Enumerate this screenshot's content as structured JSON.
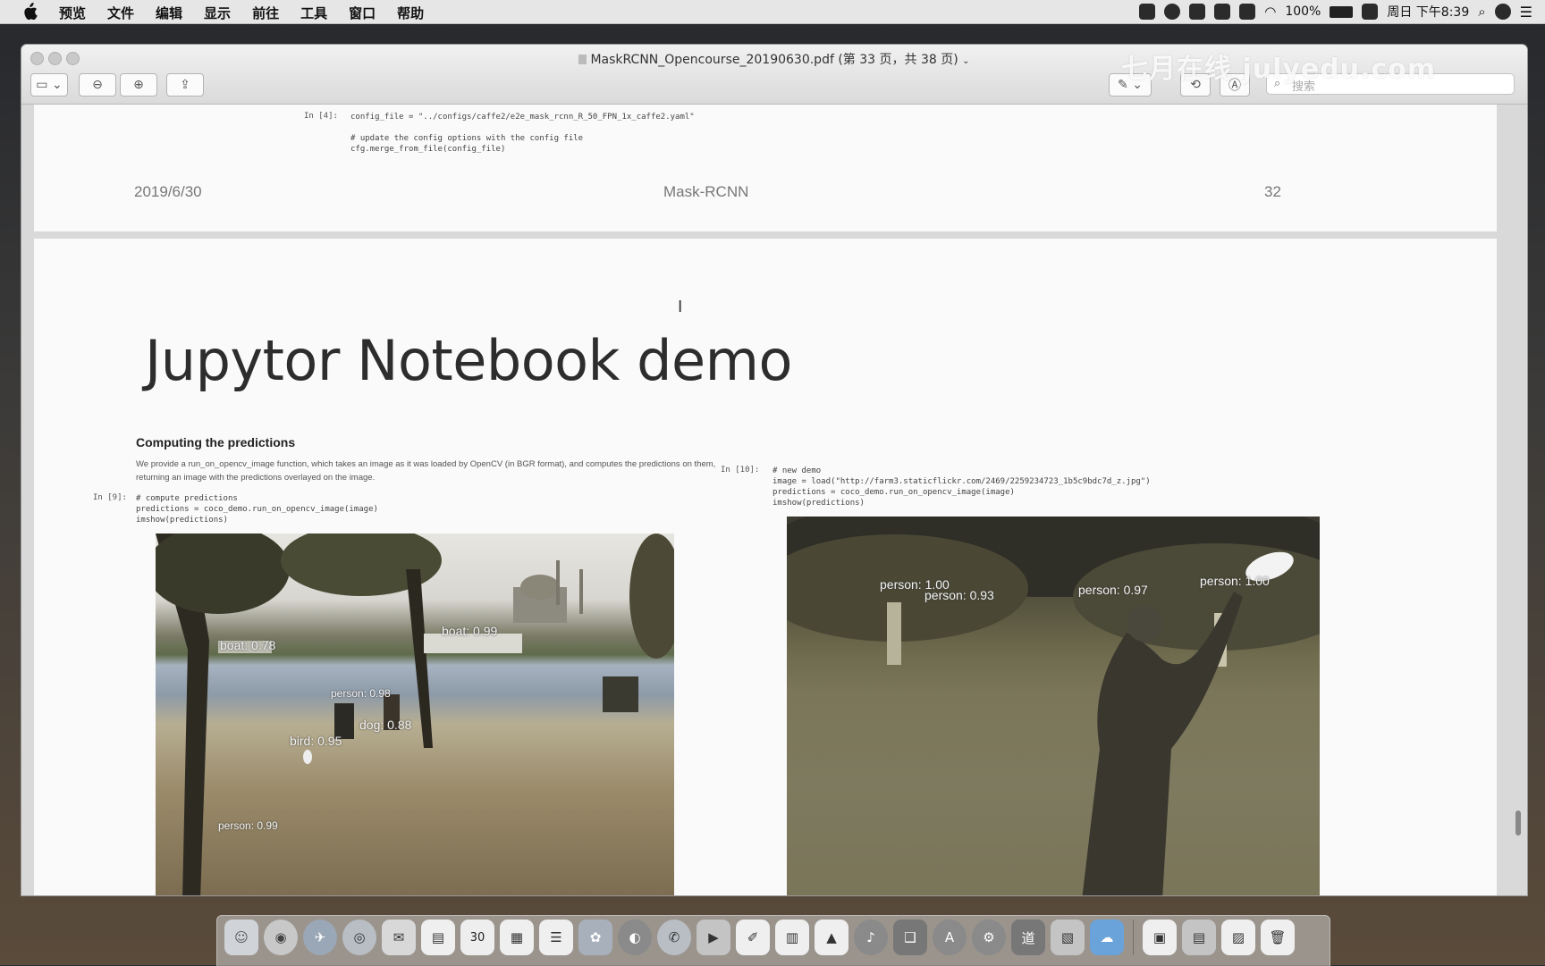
{
  "menubar": {
    "menus": [
      "预览",
      "文件",
      "编辑",
      "显示",
      "前往",
      "工具",
      "窗口",
      "帮助"
    ],
    "battery": "100%",
    "clock": "周日 下午8:39"
  },
  "window": {
    "title": "MaskRCNN_Opencourse_20190630.pdf (第 33 页，共 38 页)",
    "search_placeholder": "搜索",
    "watermark": "七月在线 julyedu.com"
  },
  "page_prev": {
    "prompt": "In  [4]:",
    "code": "config_file = \"../configs/caffe2/e2e_mask_rcnn_R_50_FPN_1x_caffe2.yaml\"\n\n# update the config options with the config file\ncfg.merge_from_file(config_file)",
    "footer_date": "2019/6/30",
    "footer_title": "Mask-RCNN",
    "footer_page": "32"
  },
  "slide": {
    "title": "Jupytor Notebook demo",
    "section_heading": "Computing the predictions",
    "section_desc": "We provide a run_on_opencv_image function, which takes an image as it was loaded by OpenCV (in BGR format), and computes the predictions on them, returning an image with the predictions overlayed on the image.",
    "left_prompt": "In  [9]:",
    "left_code": "# compute predictions\npredictions = coco_demo.run_on_opencv_image(image)\nimshow(predictions)",
    "right_prompt": "In  [10]:",
    "right_code": "# new demo\nimage = load(\"http://farm3.staticflickr.com/2469/2259234723_1b5c9bdc7d_z.jpg\")\npredictions = coco_demo.run_on_opencv_image(image)\nimshow(predictions)",
    "left_labels": [
      "boat: 0.78",
      "boat: 0.99",
      "person: 0.98",
      "dog: 0.88",
      "bird: 0.95",
      "person: 0.99"
    ],
    "right_labels": [
      "person: 1.00",
      "person: 0.93",
      "person: 0.97",
      "person: 1.00"
    ]
  },
  "dock": {
    "calendar_day": "30"
  }
}
